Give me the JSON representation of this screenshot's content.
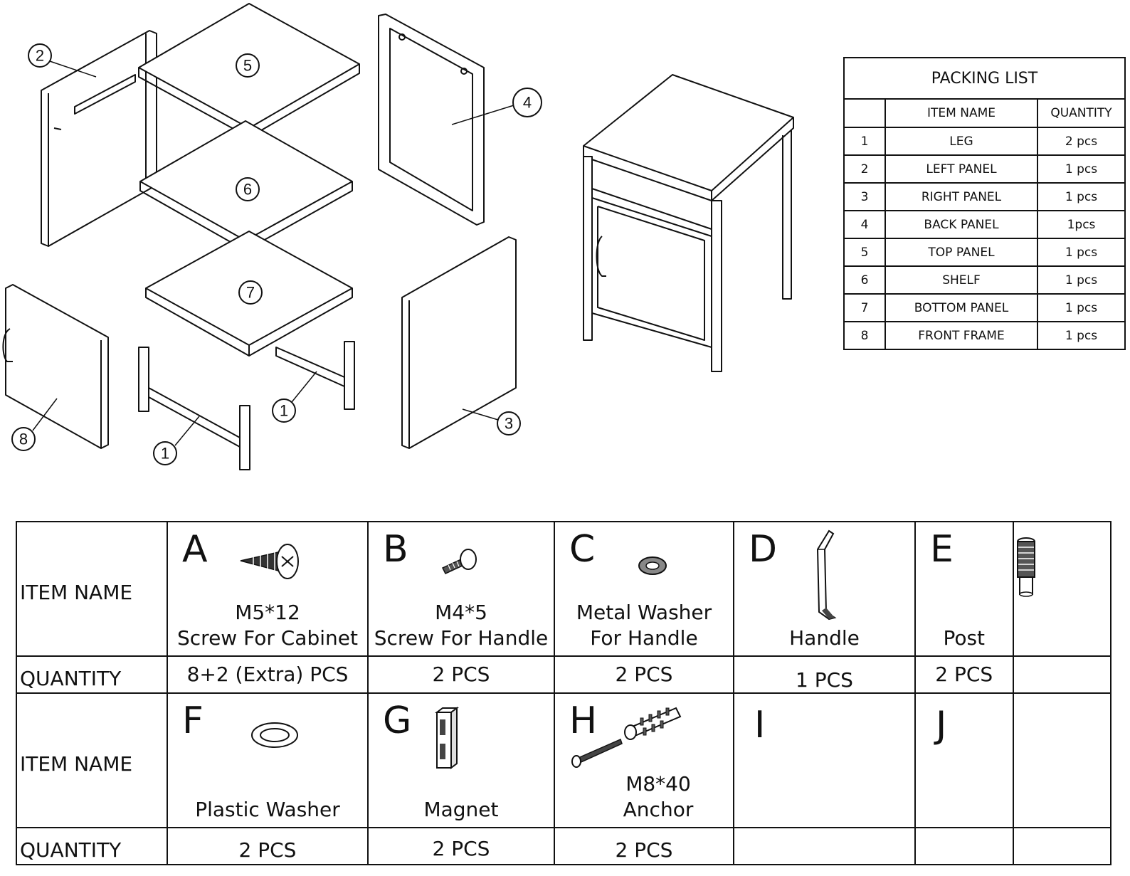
{
  "callouts": [
    "1",
    "2",
    "3",
    "4",
    "5",
    "6",
    "7",
    "8"
  ],
  "packing_list": {
    "title": "PACKING LIST",
    "headers": [
      "",
      "ITEM NAME",
      "QUANTITY"
    ],
    "rows": [
      [
        "1",
        "LEG",
        "2 pcs"
      ],
      [
        "2",
        "LEFT  PANEL",
        "1 pcs"
      ],
      [
        "3",
        "RIGHT PANEL",
        "1 pcs"
      ],
      [
        "4",
        "BACK  PANEL",
        "1pcs"
      ],
      [
        "5",
        "TOP  PANEL",
        "1 pcs"
      ],
      [
        "6",
        "SHELF",
        "1 pcs"
      ],
      [
        "7",
        "BOTTOM  PANEL",
        "1 pcs"
      ],
      [
        "8",
        "FRONT FRAME",
        "1 pcs"
      ]
    ]
  },
  "hardware": {
    "item_name_label": "ITEM NAME",
    "quantity_label": "QUANTITY",
    "row1": [
      {
        "letter": "A",
        "name_lines": [
          "M5*12",
          "Screw For Cabinet"
        ],
        "qty": "8+2  (Extra)  PCS",
        "icon": "screw-cabinet-icon"
      },
      {
        "letter": "B",
        "name_lines": [
          "M4*5",
          "Screw For Handle"
        ],
        "qty": "2 PCS",
        "icon": "screw-handle-icon"
      },
      {
        "letter": "C",
        "name_lines": [
          "Metal Washer",
          "For Handle"
        ],
        "qty": "2 PCS",
        "icon": "metal-washer-icon"
      },
      {
        "letter": "D",
        "name_lines": [
          "Handle"
        ],
        "qty": "1 PCS",
        "icon": "handle-icon"
      },
      {
        "letter": "E",
        "name_lines": [
          "Post"
        ],
        "qty": "2 PCS",
        "icon": "post-icon"
      }
    ],
    "row2": [
      {
        "letter": "F",
        "name_lines": [
          "Plastic Washer"
        ],
        "qty": "2 PCS",
        "icon": "plastic-washer-icon"
      },
      {
        "letter": "G",
        "name_lines": [
          "Magnet"
        ],
        "qty": "2 PCS",
        "icon": "magnet-icon"
      },
      {
        "letter": "H",
        "name_lines": [
          "M8*40",
          "Anchor"
        ],
        "qty": "2 PCS",
        "icon": "anchor-icon"
      },
      {
        "letter": "I",
        "name_lines": [],
        "qty": "",
        "icon": ""
      },
      {
        "letter": "J",
        "name_lines": [],
        "qty": "",
        "icon": ""
      }
    ]
  }
}
